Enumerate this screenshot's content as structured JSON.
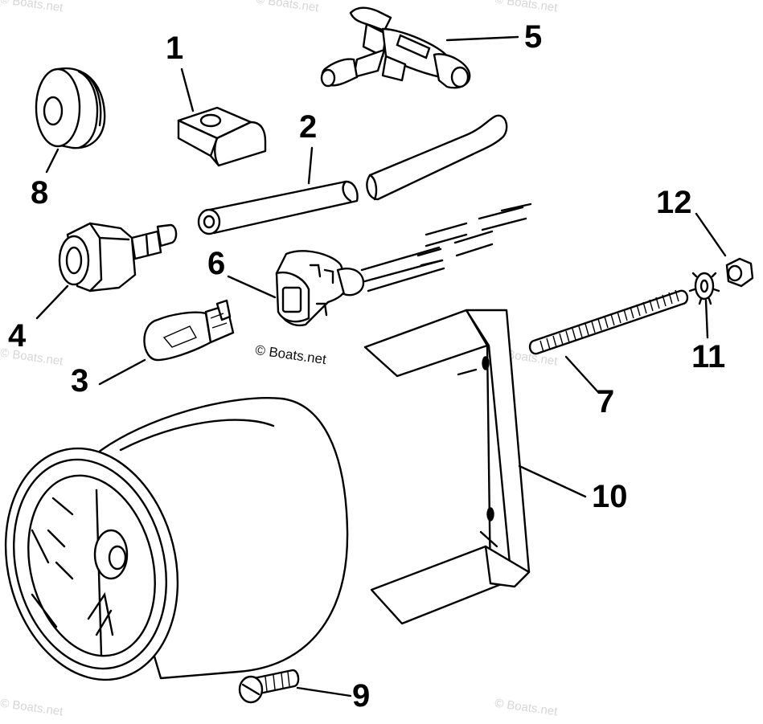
{
  "watermark": "© Boats.net",
  "copyright": "© Boats.net",
  "callouts": {
    "c1": "1",
    "c2": "2",
    "c3": "3",
    "c4": "4",
    "c5": "5",
    "c6": "6",
    "c7": "7",
    "c8": "8",
    "c9": "9",
    "c10": "10",
    "c11": "11",
    "c12": "12"
  }
}
